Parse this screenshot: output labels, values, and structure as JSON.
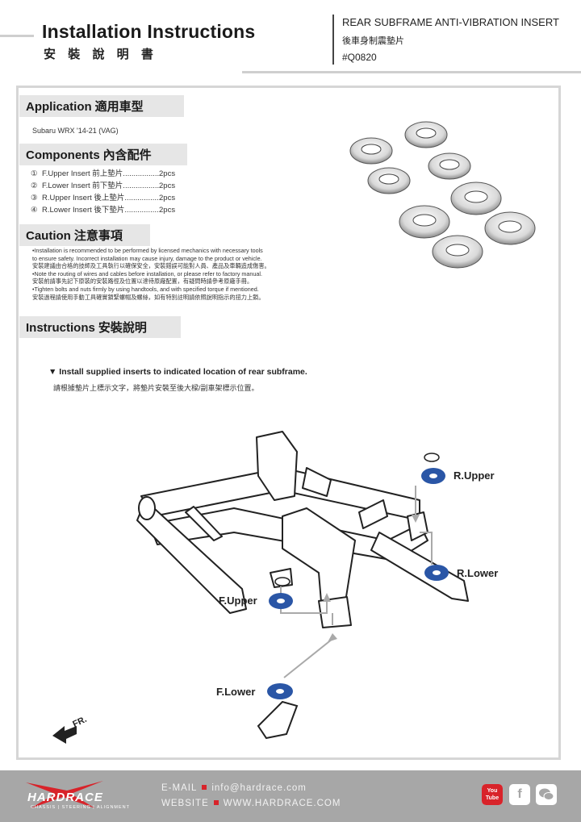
{
  "header": {
    "title": "Installation Instructions",
    "subtitle_zh": "安 裝 說 明 書",
    "product_name": "REAR SUBFRAME ANTI-VIBRATION INSERT",
    "product_name_zh": "後車身制震墊片",
    "product_code": "#Q0820"
  },
  "application": {
    "heading": "Application",
    "heading_zh": "適用車型",
    "vehicle": "Subaru WRX '14-21 (VAG)"
  },
  "components": {
    "heading": "Components",
    "heading_zh": "內含配件",
    "items": [
      {
        "num": "①",
        "label": "F.Upper Insert 前上墊片..................................",
        "qty": "2pcs"
      },
      {
        "num": "②",
        "label": "F.Lower Insert 前下墊片..................................",
        "qty": "2pcs"
      },
      {
        "num": "③",
        "label": "R.Upper Insert 後上墊片..................................",
        "qty": "2pcs"
      },
      {
        "num": "④",
        "label": "R.Lower Insert 後下墊片..................................",
        "qty": "2pcs"
      }
    ]
  },
  "caution": {
    "heading": "Caution",
    "heading_zh": "注意事項",
    "lines": [
      "•Installation is recommended to be performed by licensed mechanics with necessary tools",
      "  to ensure safety. Incorrect installation may cause injury, damage to the product or vehicle.",
      "  安裝建議由合格的技師及工具執行以確保安全，安裝錯誤可能對人員、產品及車輛造成傷害。",
      "•Note the routing of wires and cables before installation, or please refer to factory manual.",
      "  安裝前請事先記下原裝的安裝路徑及位置以達待原廠配置，有疑問時請參考原廠手冊。",
      "•Tighten bolts and nuts firmly by using handtools, and with specified torque if mentioned.",
      "  安裝過程請使用手動工具確實鎖緊螺帽及螺絲，如有特別註明請依照說明指示的扭力上鎖。"
    ]
  },
  "instructions": {
    "heading": "Instructions",
    "heading_zh": "安裝說明",
    "step_en": "▼ Install supplied inserts to indicated location of rear subframe.",
    "step_zh": "請根據墊片上標示文字，將墊片安裝至後大樑/副車架標示位置。"
  },
  "diagram": {
    "labels": {
      "r_upper": "R.Upper",
      "r_lower": "R.Lower",
      "f_upper": "F.Upper",
      "f_lower": "F.Lower",
      "front": "FR."
    },
    "insert_color": "#2a56a6"
  },
  "footer": {
    "email": "E-MAIL",
    "email_value": "info@hardrace.com",
    "website": "WEBSITE",
    "website_value": "WWW.HARDRACE.COM",
    "brand": "HARDRACE",
    "tagline": "CHASSIS | STEERING | ALIGNMENT",
    "social_icons": [
      "youtube-icon",
      "facebook-icon",
      "wechat-icon"
    ],
    "youtube_text": "You Tube",
    "facebook_text": "f",
    "wechat_text": "wc"
  }
}
